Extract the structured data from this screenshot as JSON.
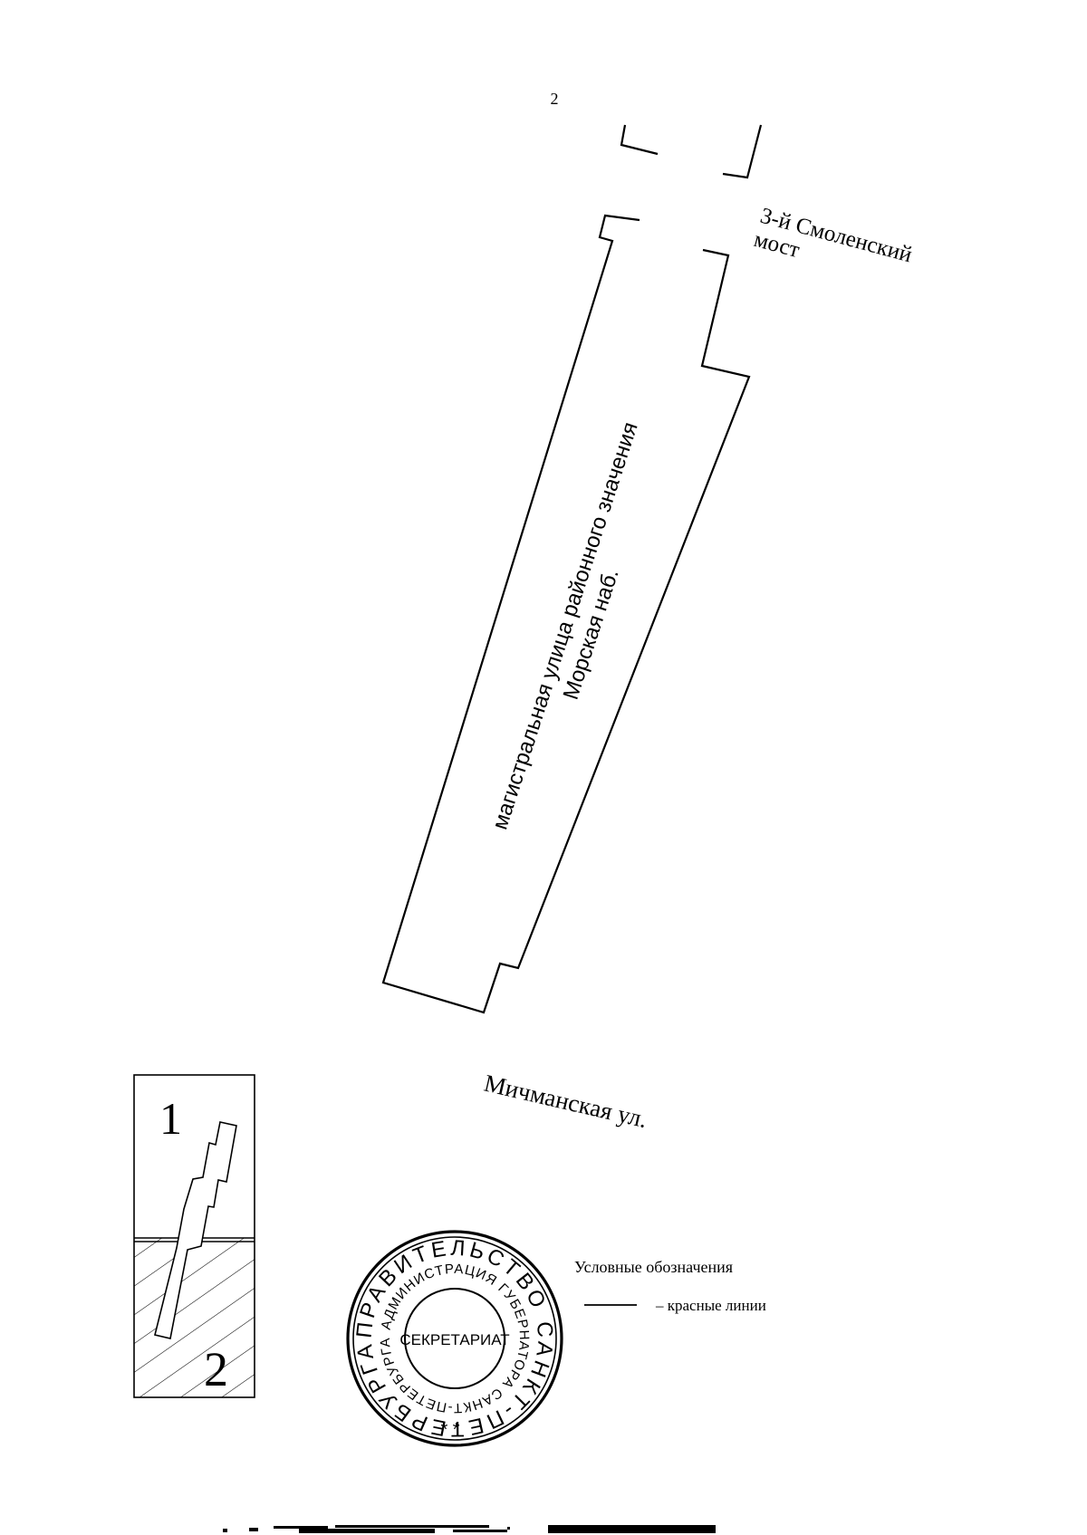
{
  "page": {
    "number": "2"
  },
  "labels": {
    "bridge_line1": "3-й Смоленский",
    "bridge_line2": "мост",
    "street_line1": "магистральная улица районного значения",
    "street_line2": "Морская наб.",
    "cross_street": "Мичманская ул."
  },
  "inset": {
    "zone_1": "1",
    "zone_2": "2"
  },
  "legend": {
    "title": "Условные обозначения",
    "red_lines_label": "– красные линии",
    "red_lines_color": "#000000"
  },
  "stamp": {
    "outer_text": "ПРАВИТЕЛЬСТВО САНКТ-ПЕТЕРБУРГА",
    "inner_text": "АДМИНИСТРАЦИЯ ГУБЕРНАТОРА САНКТ-ПЕТЕРБУРГА",
    "center_text": "СЕКРЕТАРИАТ",
    "stars": "* *"
  }
}
